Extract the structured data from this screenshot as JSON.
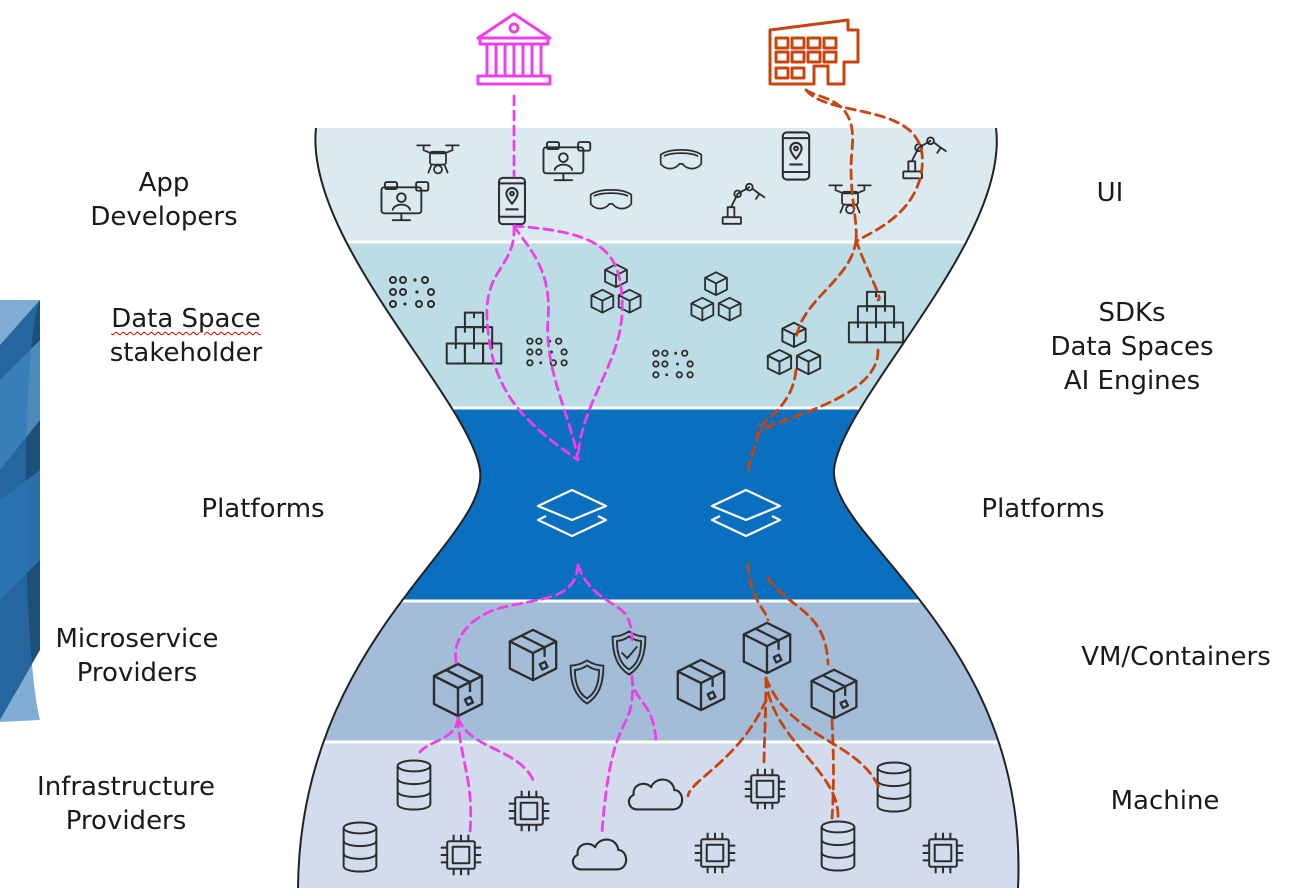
{
  "colors": {
    "ui_band": "#dbeaf1",
    "sdk_band": "#bcdce6",
    "platform_band": "#0a6fbe",
    "vm_band": "#a3bdd9",
    "machine_band": "#d2dcec",
    "pink_path": "#ee3fe8",
    "orange_path": "#c8440e",
    "icon_stroke": "#2d2d2d"
  },
  "left_labels": {
    "app_developers": [
      "App",
      "Developers"
    ],
    "data_space_stakeholder": [
      "Data Space",
      "stakeholder"
    ],
    "platforms": [
      "Platforms"
    ],
    "microservice_providers": [
      "Microservice",
      "Providers"
    ],
    "infrastructure_providers": [
      "Infrastructure",
      "Providers"
    ]
  },
  "right_labels": {
    "ui": [
      "UI"
    ],
    "sdks": [
      "SDKs",
      "Data Spaces",
      "AI Engines"
    ],
    "platforms": [
      "Platforms"
    ],
    "vm_containers": [
      "VM/Containers"
    ],
    "machine": [
      "Machine"
    ]
  },
  "icons": {
    "top": [
      "institution-icon",
      "factory-icon"
    ],
    "ui_layer": [
      "drone-icon",
      "video-conference-icon",
      "smartphone-location-icon",
      "vr-headset-icon",
      "robot-arm-icon"
    ],
    "sdk_layer": [
      "binary-dots-icon",
      "cubes-pyramid-icon",
      "boxes-stack-icon"
    ],
    "platform_layer": [
      "layers-icon"
    ],
    "vm_layer": [
      "container-box-icon",
      "shield-icon",
      "shield-check-icon"
    ],
    "machine_layer": [
      "database-icon",
      "cpu-chip-icon",
      "cloud-icon"
    ]
  }
}
